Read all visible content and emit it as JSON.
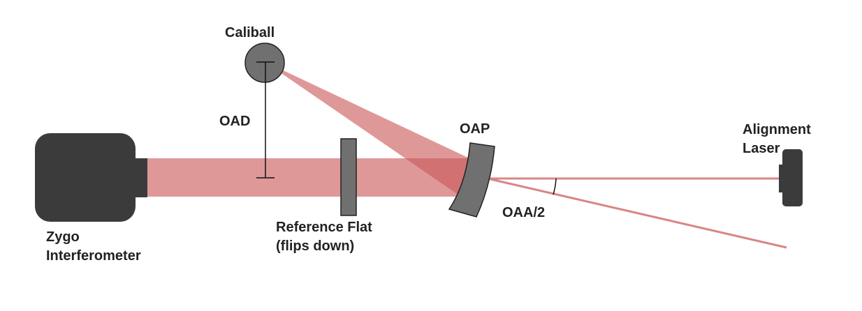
{
  "labels": {
    "caliball": "Caliball",
    "oad": "OAD",
    "oap": "OAP",
    "alignment_laser_1": "Alignment",
    "alignment_laser_2": "Laser",
    "zygo_1": "Zygo",
    "zygo_2": "Interferometer",
    "reference_flat_1": "Reference Flat",
    "reference_flat_2": "(flips down)",
    "oaa": "OAA/2"
  },
  "colors": {
    "beam": "#d98686",
    "beam_overlap": "#cf6f6f",
    "body_dark": "#3b3b3b",
    "component_gray": "#707070",
    "outline": "#222222",
    "background": "#ffffff"
  },
  "icons": {
    "interferometer": "interferometer-body-icon",
    "caliball": "sphere-icon",
    "reference_flat": "flat-plate-icon",
    "oap": "curved-mirror-icon",
    "alignment_laser": "laser-body-icon"
  }
}
